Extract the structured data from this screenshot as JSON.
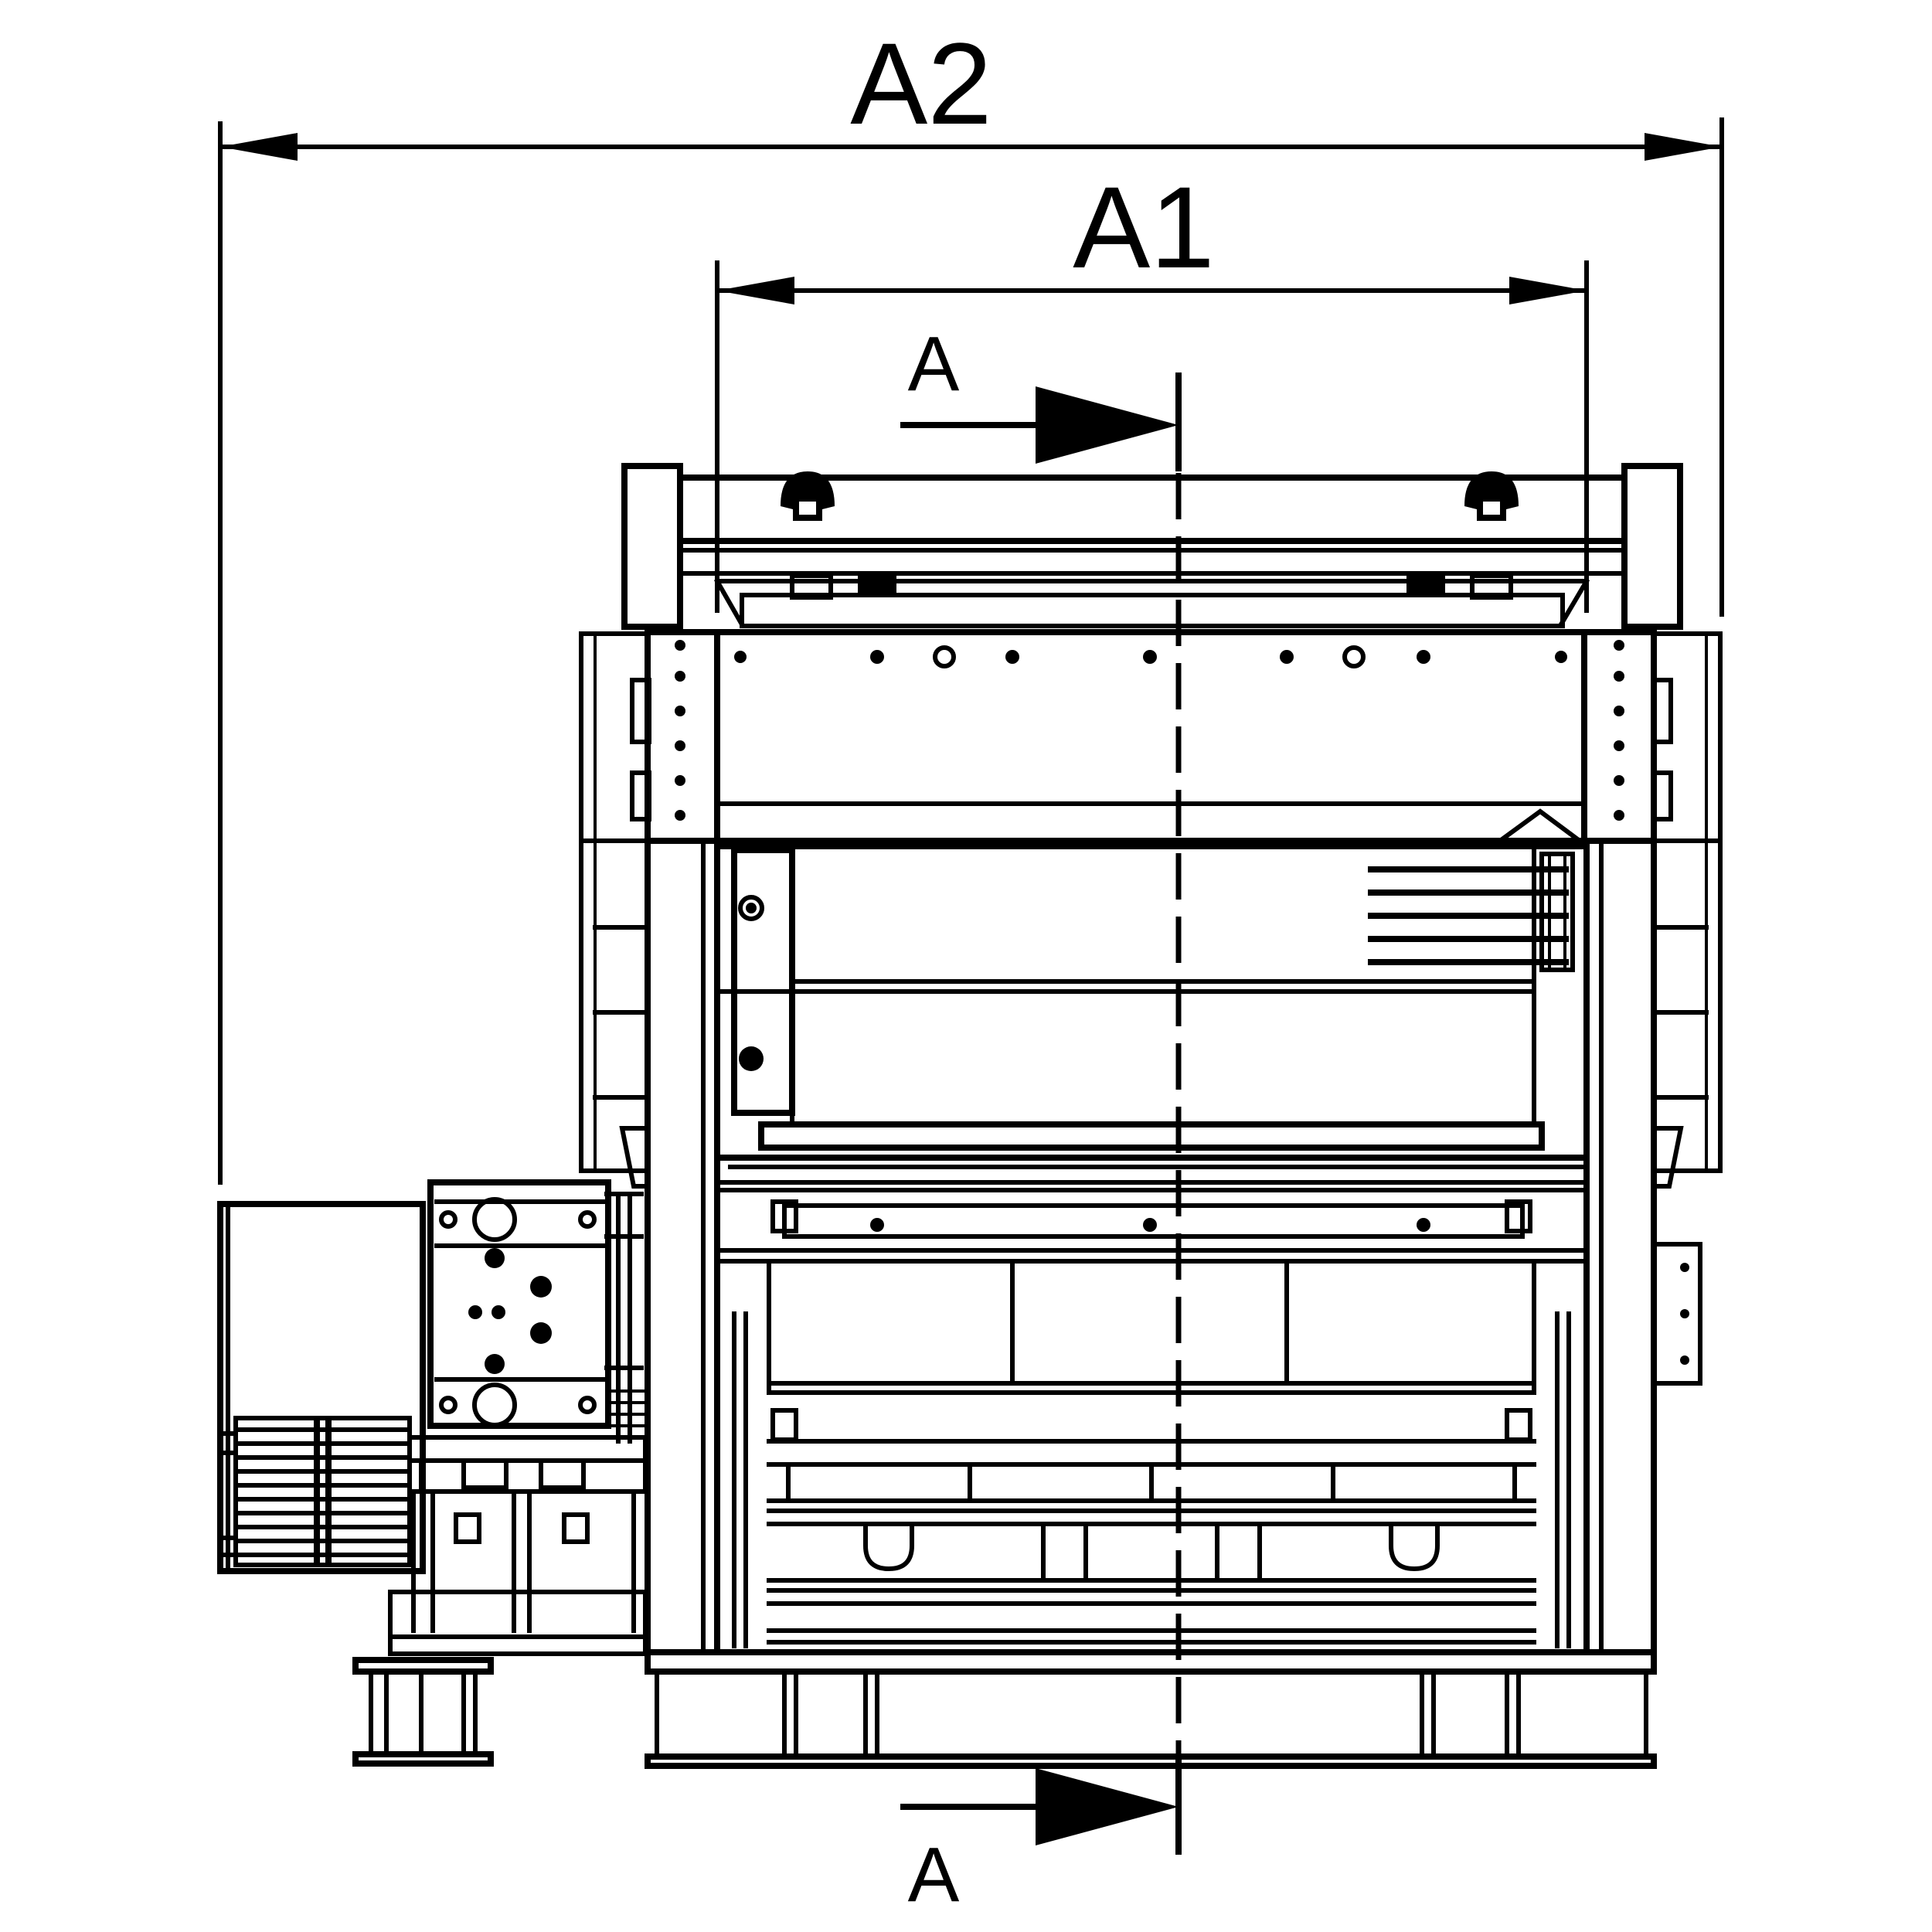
{
  "dimensions": {
    "overall_width_label": "A2",
    "inner_width_label": "A1"
  },
  "section": {
    "top_label": "A",
    "bottom_label": "A"
  },
  "colors": {
    "line": "#000000",
    "background": "#ffffff"
  }
}
